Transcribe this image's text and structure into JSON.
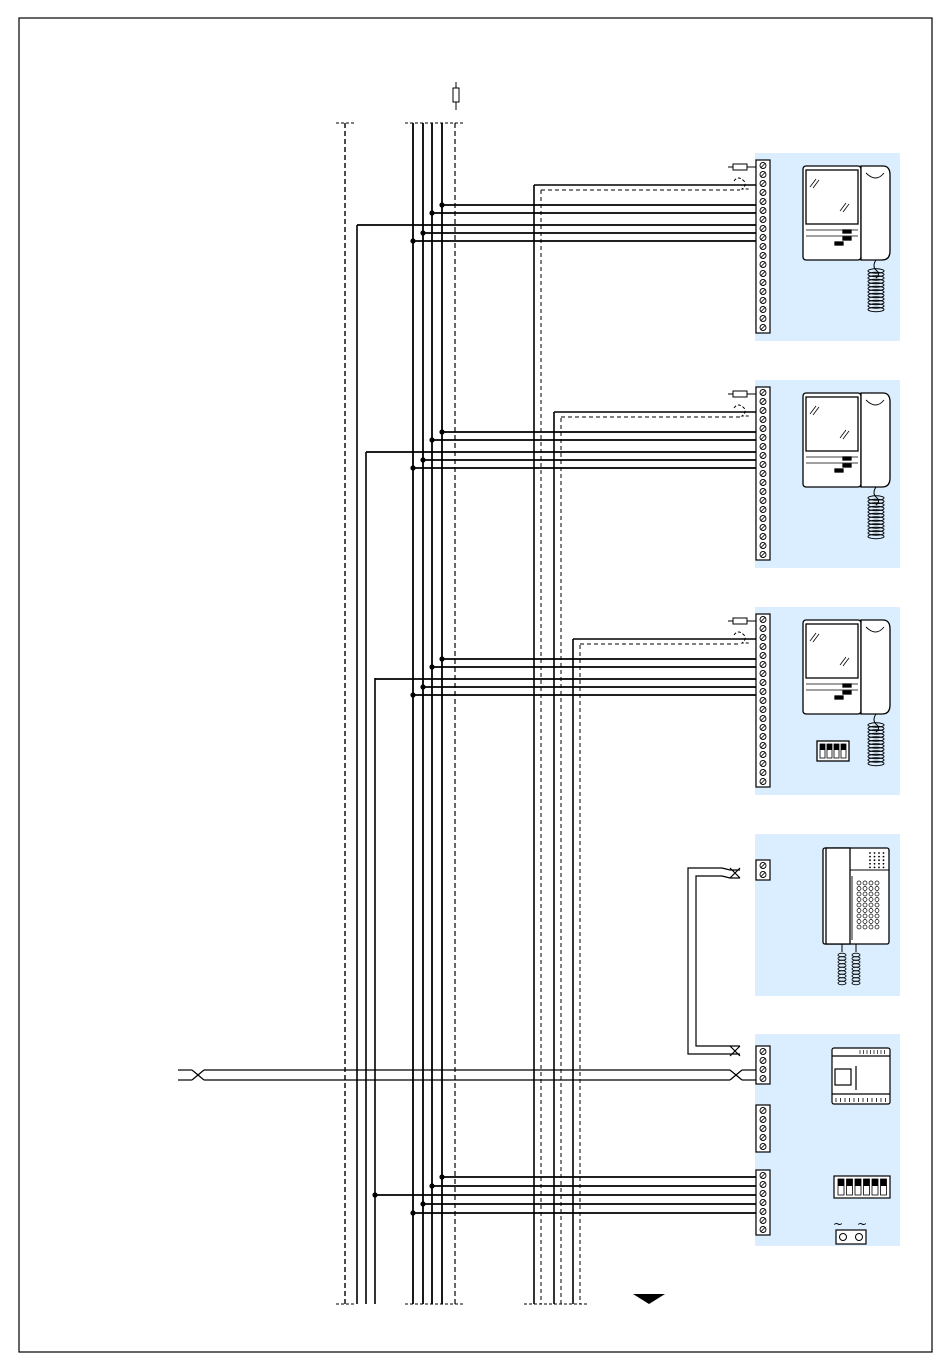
{
  "diagram": {
    "type": "wiring-diagram",
    "colors": {
      "background": "#ffffff",
      "border": "#000000",
      "panel": "#dbeeff",
      "wire": "#000000",
      "dashed_wire": "#000000"
    },
    "panels": [
      {
        "name": "monitor-panel-1",
        "device": "video-entry-monitor-with-handset",
        "dip_switch": false
      },
      {
        "name": "monitor-panel-2",
        "device": "video-entry-monitor-with-handset",
        "dip_switch": false
      },
      {
        "name": "monitor-panel-3",
        "device": "video-entry-monitor-with-handset",
        "dip_switch": true
      },
      {
        "name": "interphone-panel",
        "device": "audio-interphone-with-keypad",
        "dip_switch": false
      },
      {
        "name": "power-supply-panel",
        "device": "power-supply-unit",
        "dip_switch": true,
        "ac_terminal": true
      }
    ],
    "riser": {
      "solid_conductors": 7,
      "dashed_conductors": 4
    },
    "icons": [
      "resistor-icon",
      "down-triangle-icon",
      "twisted-pair-icon",
      "dip-switch-icon",
      "ac-mains-icon"
    ],
    "ac_symbols": [
      "~",
      "~"
    ]
  }
}
